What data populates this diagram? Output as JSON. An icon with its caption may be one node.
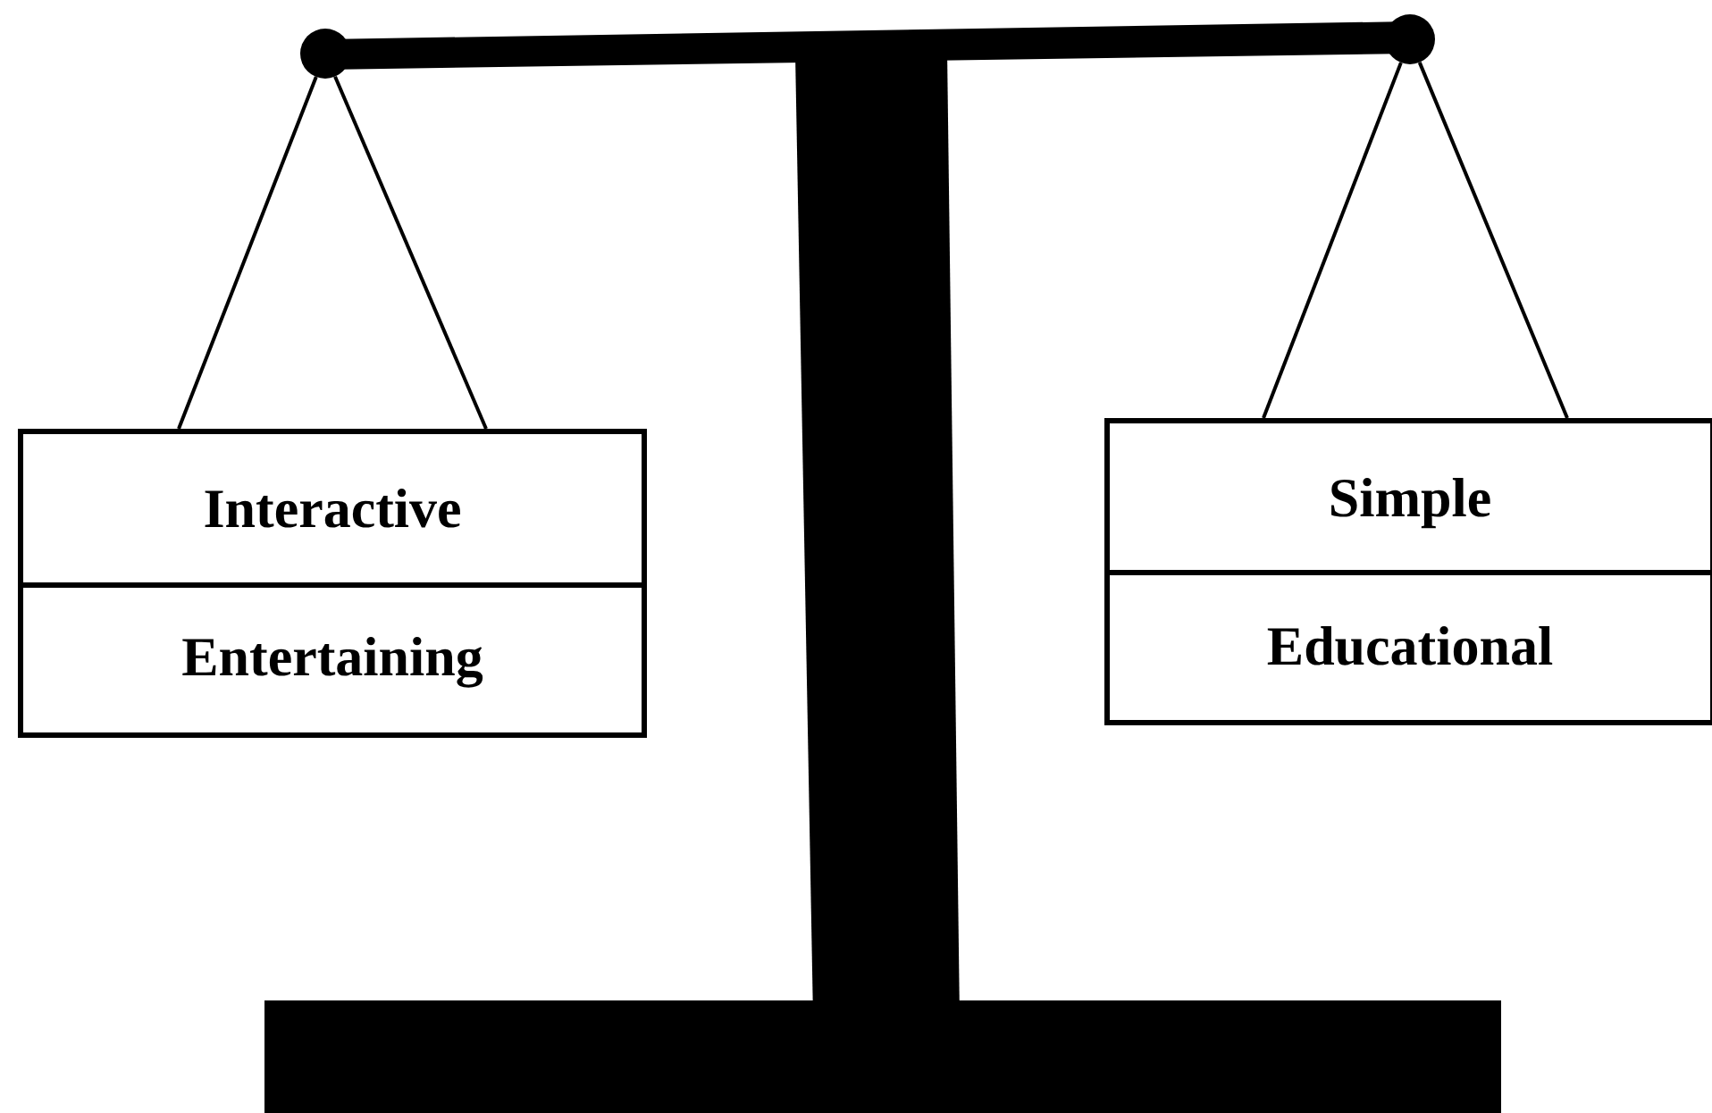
{
  "diagram": {
    "nodes": [
      {
        "text": [],
        "shape": "circle"
      },
      {
        "text": [
          "Interactive",
          "Entertaining"
        ]
      },
      {
        "text": [],
        "shape": "circle"
      },
      {
        "text": [
          "Simple",
          "Educational"
        ]
      }
    ],
    "edges": [
      {
        "from": 0,
        "to": 1,
        "arrow": "none"
      },
      {
        "from": 0,
        "to": 1,
        "arrow": "none"
      },
      {
        "from": 2,
        "to": 3,
        "arrow": "none"
      },
      {
        "from": 2,
        "to": 3,
        "arrow": "none"
      }
    ]
  }
}
